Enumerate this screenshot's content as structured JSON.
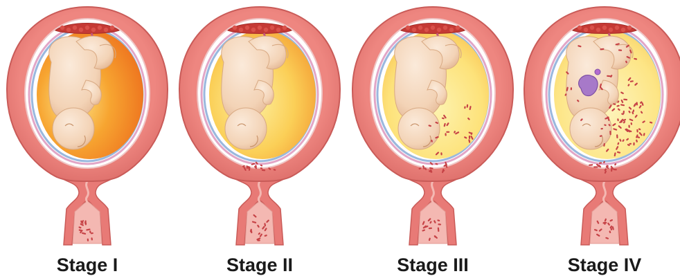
{
  "stages": [
    {
      "label": "Stage I",
      "bacteria_region": "cervix-vagina"
    },
    {
      "label": "Stage II",
      "bacteria_region": "decidua"
    },
    {
      "label": "Stage III",
      "bacteria_region": "amniotic-cavity"
    },
    {
      "label": "Stage IV",
      "bacteria_region": "fetus"
    }
  ],
  "colors": {
    "uterine_wall": "#e87a76",
    "uterine_wall_edge": "#c95b58",
    "cervix_lining": "#f4b8b2",
    "membrane_blue": "#9ab8de",
    "membrane_pink": "#e2a6c7",
    "fluid_orange": "#f39a2c",
    "fluid_yellow": "#fde271",
    "fetus_skin": "#f6dcc3",
    "placenta": "#c53a35",
    "bacteria": "#c64246",
    "label_text": "#1a1a1a"
  }
}
